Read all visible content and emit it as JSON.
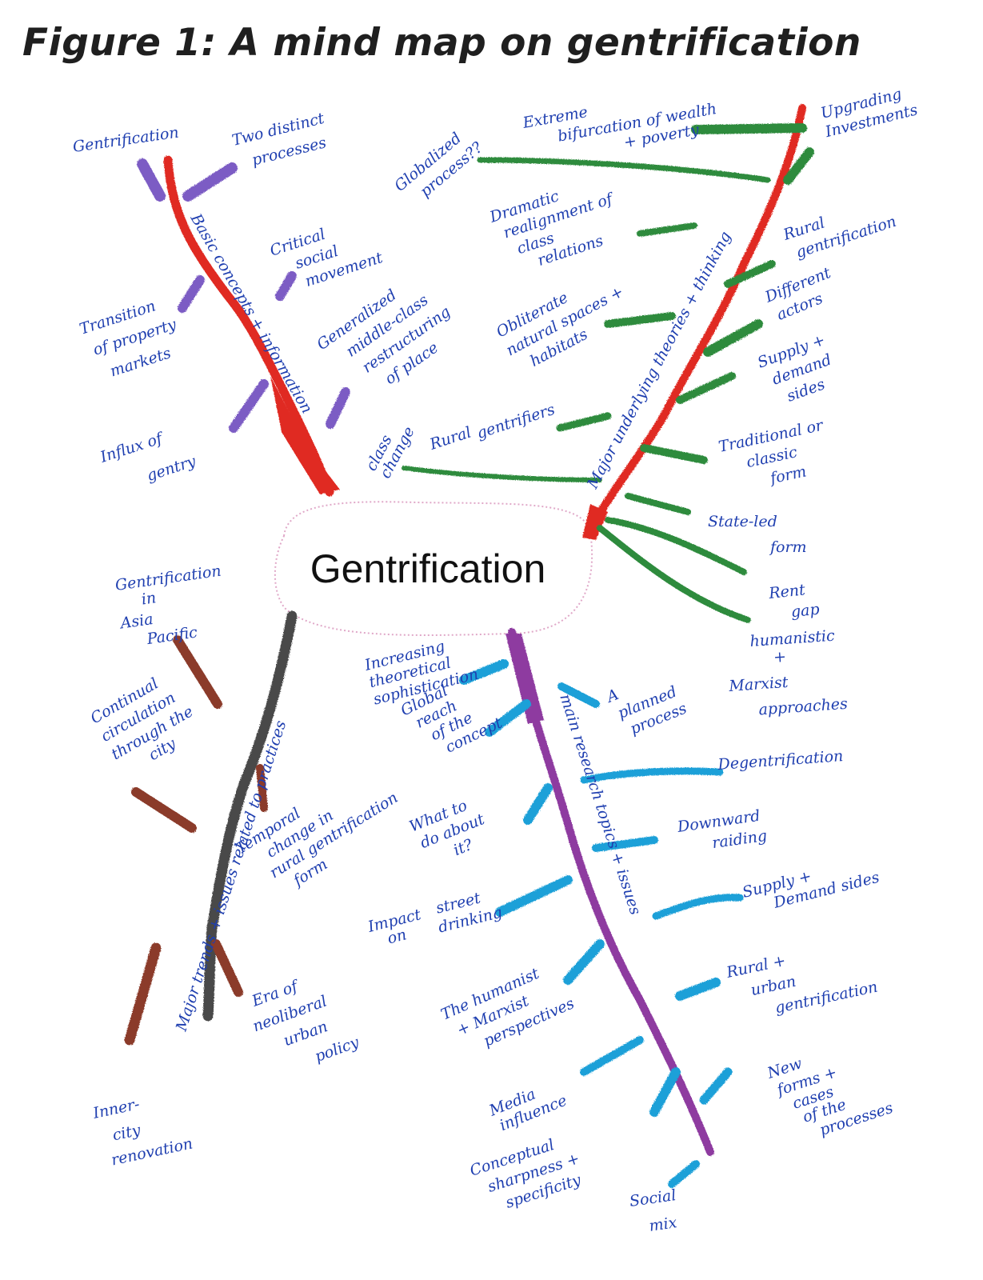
{
  "title": "Figure 1: A mind map on gentrification",
  "colors": {
    "red_branch": "#e02a23",
    "purple_twig": "#7c5cc4",
    "green_twig": "#2e8b3e",
    "gray_branch": "#4a4a4a",
    "brown_twig": "#8b3a2a",
    "magenta_branch": "#8e3aa0",
    "cyan_twig": "#1fa0d8",
    "ink": "#1f3fb0",
    "center_outline": "#e0a8c8"
  },
  "center": {
    "label": "Gentrification"
  },
  "branches": {
    "red": {
      "label": "Basic concepts + information",
      "leaves": [
        [
          "Gentrification"
        ],
        [
          "Two distinct",
          "processes"
        ],
        [
          "Critical",
          "social",
          "movement"
        ],
        [
          "Transition",
          "of property",
          "markets"
        ],
        [
          "Generalized",
          "middle-class",
          "restructuring",
          "of place"
        ],
        [
          "Influx of",
          "gentry"
        ]
      ]
    },
    "green": {
      "label": "Major underlying theories + thinking",
      "leaves": [
        [
          "Extreme",
          "bifurcation of wealth",
          "+ poverty"
        ],
        [
          "Globalized",
          "process??"
        ],
        [
          "Upgrading",
          "Investments"
        ],
        [
          "Dramatic",
          "realignment of",
          "class",
          "relations"
        ],
        [
          "Rural",
          "gentrification"
        ],
        [
          "Obliterate",
          "natural spaces +",
          "habitats"
        ],
        [
          "Different",
          "actors"
        ],
        [
          "Supply +",
          "demand",
          "sides"
        ],
        [
          "class",
          "change"
        ],
        [
          "Rural",
          "gentrifiers"
        ],
        [
          "Traditional or",
          "classic",
          "form"
        ],
        [
          "State-led",
          "form"
        ],
        [
          "Rent",
          "gap"
        ],
        [
          "humanistic",
          "+",
          "Marxist",
          "approaches"
        ]
      ]
    },
    "gray": {
      "label": "Major trends + issues related to practices",
      "leaves": [
        [
          "Gentrification",
          "in",
          "Asia",
          "Pacific"
        ],
        [
          "Continual",
          "circulation",
          "through the",
          "city"
        ],
        [
          "Temporal",
          "change in",
          "rural gentrification",
          "form"
        ],
        [
          "Era of",
          "neoliberal",
          "urban",
          "policy"
        ],
        [
          "Inner-",
          "city",
          "renovation"
        ]
      ]
    },
    "magenta": {
      "label": "main research topics + issues",
      "leaves": [
        [
          "Increasing",
          "theoretical",
          "sophistication"
        ],
        [
          "A",
          "planned",
          "process"
        ],
        [
          "Global",
          "reach",
          "of the",
          "concept"
        ],
        [
          "Degentrification"
        ],
        [
          "What to",
          "do about",
          "it?"
        ],
        [
          "Downward",
          "raiding"
        ],
        [
          "Supply +",
          "Demand sides"
        ],
        [
          "Impact",
          "on",
          "street",
          "drinking"
        ],
        [
          "The humanist",
          "+ Marxist",
          "perspectives"
        ],
        [
          "Rural +",
          "urban",
          "gentrification"
        ],
        [
          "Media",
          "influence"
        ],
        [
          "New",
          "forms +",
          "cases",
          "of the",
          "processes"
        ],
        [
          "Conceptual",
          "sharpness +",
          "specificity"
        ],
        [
          "Social",
          "mix"
        ]
      ]
    }
  }
}
